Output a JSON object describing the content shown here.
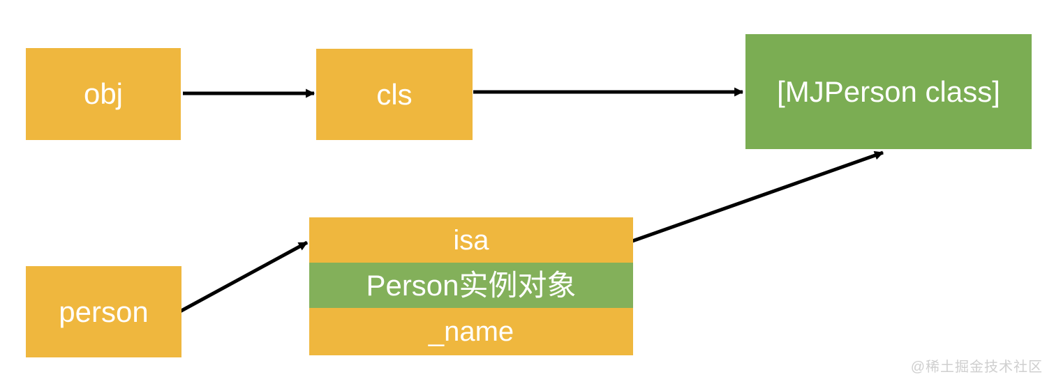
{
  "diagram": {
    "nodes": {
      "obj": {
        "label": "obj"
      },
      "cls": {
        "label": "cls"
      },
      "mjperson_class": {
        "label": "[MJPerson class]"
      },
      "person": {
        "label": "person"
      },
      "person_instance": {
        "rows": [
          {
            "label": "isa",
            "fill": "yellow"
          },
          {
            "label": "Person实例对象",
            "fill": "green"
          },
          {
            "label": "_name",
            "fill": "yellow"
          }
        ]
      }
    },
    "edges": [
      {
        "from": "obj",
        "to": "cls"
      },
      {
        "from": "cls",
        "to": "mjperson_class"
      },
      {
        "from": "person",
        "to": "person_instance"
      },
      {
        "from": "person_instance",
        "to": "mjperson_class"
      }
    ],
    "colors": {
      "yellow": "#efb73e",
      "green": "#7bad53",
      "row_green": "#83b05a",
      "arrow": "#000000",
      "text": "#ffffff",
      "watermark": "#cfcfcf"
    }
  },
  "watermark": {
    "text": "@稀土掘金技术社区"
  }
}
